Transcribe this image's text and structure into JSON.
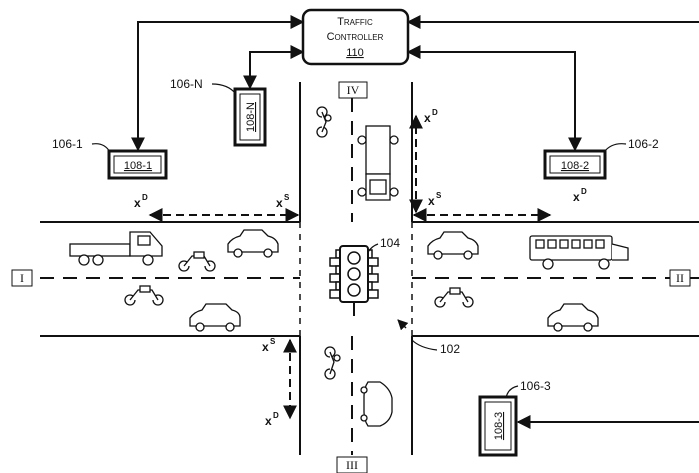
{
  "controller": {
    "line1": "Traffic",
    "line2": "Controller",
    "ref": "110"
  },
  "sensors": [
    {
      "box": "108-1",
      "tag": "106-1"
    },
    {
      "box": "108-N",
      "tag": "106-N"
    },
    {
      "box": "108-2",
      "tag": "106-2"
    },
    {
      "box": "108-3",
      "tag": "106-3"
    }
  ],
  "approaches": {
    "north": "IV",
    "west": "I",
    "east": "II",
    "south": "III"
  },
  "signal_ref": "104",
  "intersection_ref": "102",
  "distance": {
    "x": "x",
    "d": "D",
    "s": "S"
  },
  "colors": {
    "line": "#111111",
    "background": "#ffffff"
  }
}
